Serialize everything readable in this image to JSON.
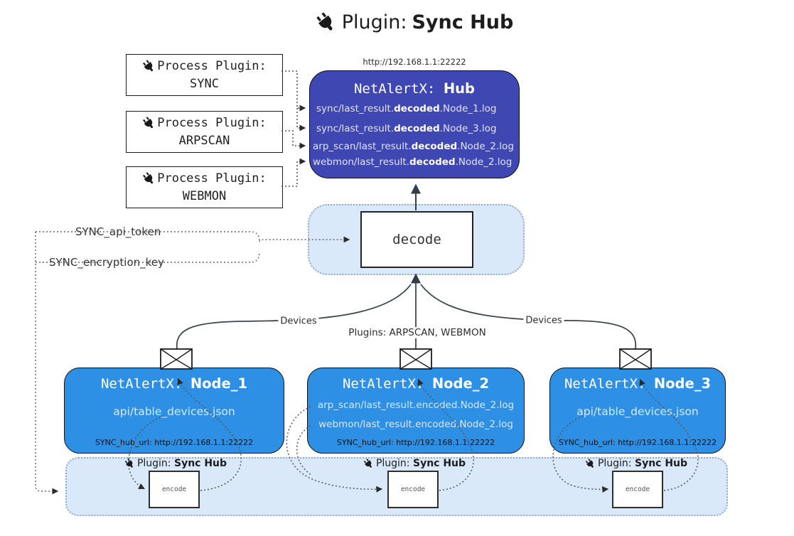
{
  "title": {
    "prefix": "Plugin: ",
    "bold": "Sync Hub"
  },
  "process_plugins": [
    {
      "label": "Process Plugin:",
      "name": "SYNC"
    },
    {
      "label": "Process Plugin:",
      "name": "ARPSCAN"
    },
    {
      "label": "Process Plugin:",
      "name": "WEBMON"
    }
  ],
  "hub": {
    "url": "http://192.168.1.1:22222",
    "name_prefix": "NetAlertX: ",
    "name_bold": "Hub",
    "logs": [
      {
        "pre": "sync/last_result.",
        "bold": "decoded",
        "post": ".Node_1.log"
      },
      {
        "pre": "sync/last_result.",
        "bold": "decoded",
        "post": ".Node_3.log"
      },
      {
        "pre": "arp_scan/last_result.",
        "bold": "decoded",
        "post": ".Node_2.log"
      },
      {
        "pre": "webmon/last_result.",
        "bold": "decoded",
        "post": ".Node_2.log"
      }
    ]
  },
  "decode": {
    "label": "decode"
  },
  "config": {
    "api_token_label": "SYNC_api_token",
    "encryption_key_label": "SYNC_encryption_key"
  },
  "edges": {
    "devices_left": "Devices",
    "plugins_middle": "Plugins: ARPSCAN, WEBMON",
    "devices_right": "Devices"
  },
  "nodes": [
    {
      "name_prefix": "NetAlertX: ",
      "name_bold": "Node_1",
      "lines": [
        "api/table_devices.json"
      ],
      "footer": "SYNC_hub_url: http://192.168.1.1:22222"
    },
    {
      "name_prefix": "NetAlertX: ",
      "name_bold": "Node_2",
      "lines": [
        "arp_scan/last_result.encoded.Node_2.log",
        "webmon/last_result.encoded.Node_2.log"
      ],
      "footer": "SYNC_hub_url: http://192.168.1.1:22222"
    },
    {
      "name_prefix": "NetAlertX: ",
      "name_bold": "Node_3",
      "lines": [
        "api/table_devices.json"
      ],
      "footer": "SYNC_hub_url: http://192.168.1.1:22222"
    }
  ],
  "sync_plugin": {
    "prefix": "Plugin: ",
    "bold": "Sync Hub",
    "encode_label": "encode"
  },
  "colors": {
    "hub_fill": "#3e47b2",
    "node_fill": "#2e90e4",
    "container_fill": "#d9e9fa",
    "container_border": "#93accb"
  }
}
